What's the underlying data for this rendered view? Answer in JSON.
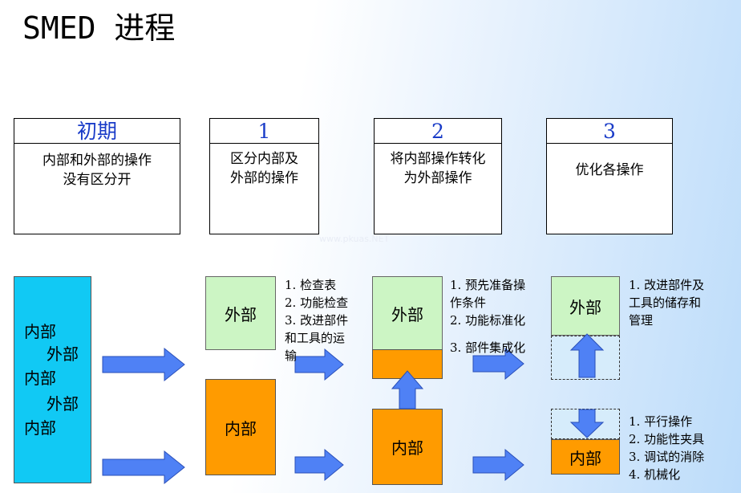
{
  "title": "SMED 进程",
  "stages": [
    {
      "head": "初期",
      "desc": [
        "内部和外部的操作",
        "没有区分开"
      ]
    },
    {
      "head": "1",
      "desc": [
        "区分内部及",
        "外部的操作"
      ]
    },
    {
      "head": "2",
      "desc": [
        "将内部操作转化",
        "为外部操作"
      ]
    },
    {
      "head": "3",
      "desc": [
        "优化各操作"
      ]
    }
  ],
  "mixed_lines": [
    "内部",
    "外部",
    "内部",
    "外部",
    "内部"
  ],
  "labels": {
    "external": "外部",
    "internal": "内部"
  },
  "notes": {
    "step1": [
      "1. 检查表",
      "2. 功能检查",
      "3. 改进部件",
      "和工具的运",
      "输"
    ],
    "step2": [
      "1. 预先准备操",
      "作条件",
      "2. 功能标准化",
      "3. 部件集成化"
    ],
    "step3_top": [
      "1. 改进部件及",
      "工具的储存和",
      "管理"
    ],
    "step3_bottom": [
      "1. 平行操作",
      "2. 功能性夹具",
      "3. 调试的消除",
      "4. 机械化"
    ]
  },
  "watermark": "www.pkuas.NET",
  "colors": {
    "arrow": "#4f81f5",
    "external": "#ccf5c4",
    "internal": "#ff9b00",
    "mixed": "#11c9f4",
    "stage_head": "#1a3cc8"
  }
}
